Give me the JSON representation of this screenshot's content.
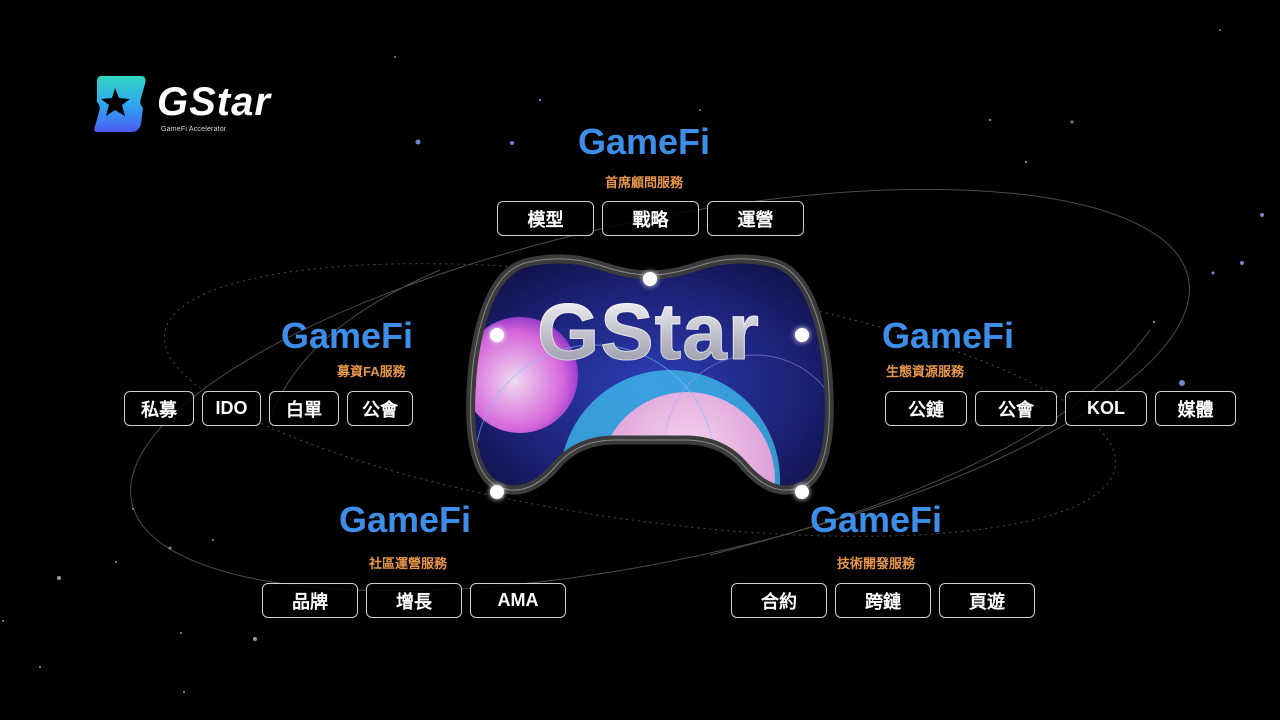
{
  "brand": {
    "name": "GStar",
    "tagline": "GameFi Accelerator",
    "accent_blue": "#3d8ee8",
    "accent_orange": "#e8974a"
  },
  "center": {
    "title": "GStar",
    "icon": "game-controller-icon"
  },
  "groups": {
    "top": {
      "title": "GameFi",
      "subtitle": "首席顧問服務",
      "items": [
        "模型",
        "戰略",
        "運營"
      ]
    },
    "left": {
      "title": "GameFi",
      "subtitle": "募資FA服務",
      "items": [
        "私募",
        "IDO",
        "白單",
        "公會"
      ]
    },
    "right": {
      "title": "GameFi",
      "subtitle": "生態資源服務",
      "items": [
        "公鏈",
        "公會",
        "KOL",
        "媒體"
      ]
    },
    "bottom_left": {
      "title": "GameFi",
      "subtitle": "社區運營服務",
      "items": [
        "品牌",
        "增長",
        "AMA"
      ]
    },
    "bottom_right": {
      "title": "GameFi",
      "subtitle": "技術開發服務",
      "items": [
        "合約",
        "跨鏈",
        "頁遊"
      ]
    }
  }
}
